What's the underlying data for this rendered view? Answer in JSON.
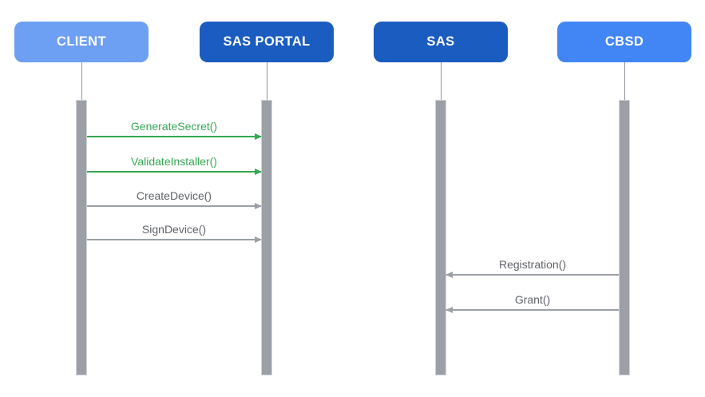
{
  "diagram": {
    "type": "sequence-diagram"
  },
  "colors": {
    "background": "#FFFFFF",
    "client_box": "#6D9FF2",
    "portal_box": "#1A5CBF",
    "sas_box": "#1A5CBF",
    "cbsd_box": "#4285F4",
    "box_text": "#FFFFFF",
    "lifeline": "#8D9398",
    "activation_bar": "#9AA0A6",
    "activation_border": "#D2D5D9",
    "message_green": "#34A853",
    "message_gray_text": "#5F6368",
    "message_gray_line": "#9AA0A6"
  },
  "actors": [
    {
      "id": "client",
      "label": "CLIENT"
    },
    {
      "id": "sas-portal",
      "label": "SAS PORTAL"
    },
    {
      "id": "sas",
      "label": "SAS"
    },
    {
      "id": "cbsd",
      "label": "CBSD"
    }
  ],
  "messages": [
    {
      "label": "GenerateSecret()",
      "from": "CLIENT",
      "to": "SAS PORTAL",
      "color": "green",
      "direction": "right"
    },
    {
      "label": "ValidateInstaller()",
      "from": "CLIENT",
      "to": "SAS PORTAL",
      "color": "green",
      "direction": "right"
    },
    {
      "label": "CreateDevice()",
      "from": "CLIENT",
      "to": "SAS PORTAL",
      "color": "gray",
      "direction": "right"
    },
    {
      "label": "SignDevice()",
      "from": "CLIENT",
      "to": "SAS PORTAL",
      "color": "gray",
      "direction": "right"
    },
    {
      "label": "Registration()",
      "from": "CBSD",
      "to": "SAS",
      "color": "gray",
      "direction": "left"
    },
    {
      "label": "Grant()",
      "from": "CBSD",
      "to": "SAS",
      "color": "gray",
      "direction": "left"
    }
  ]
}
